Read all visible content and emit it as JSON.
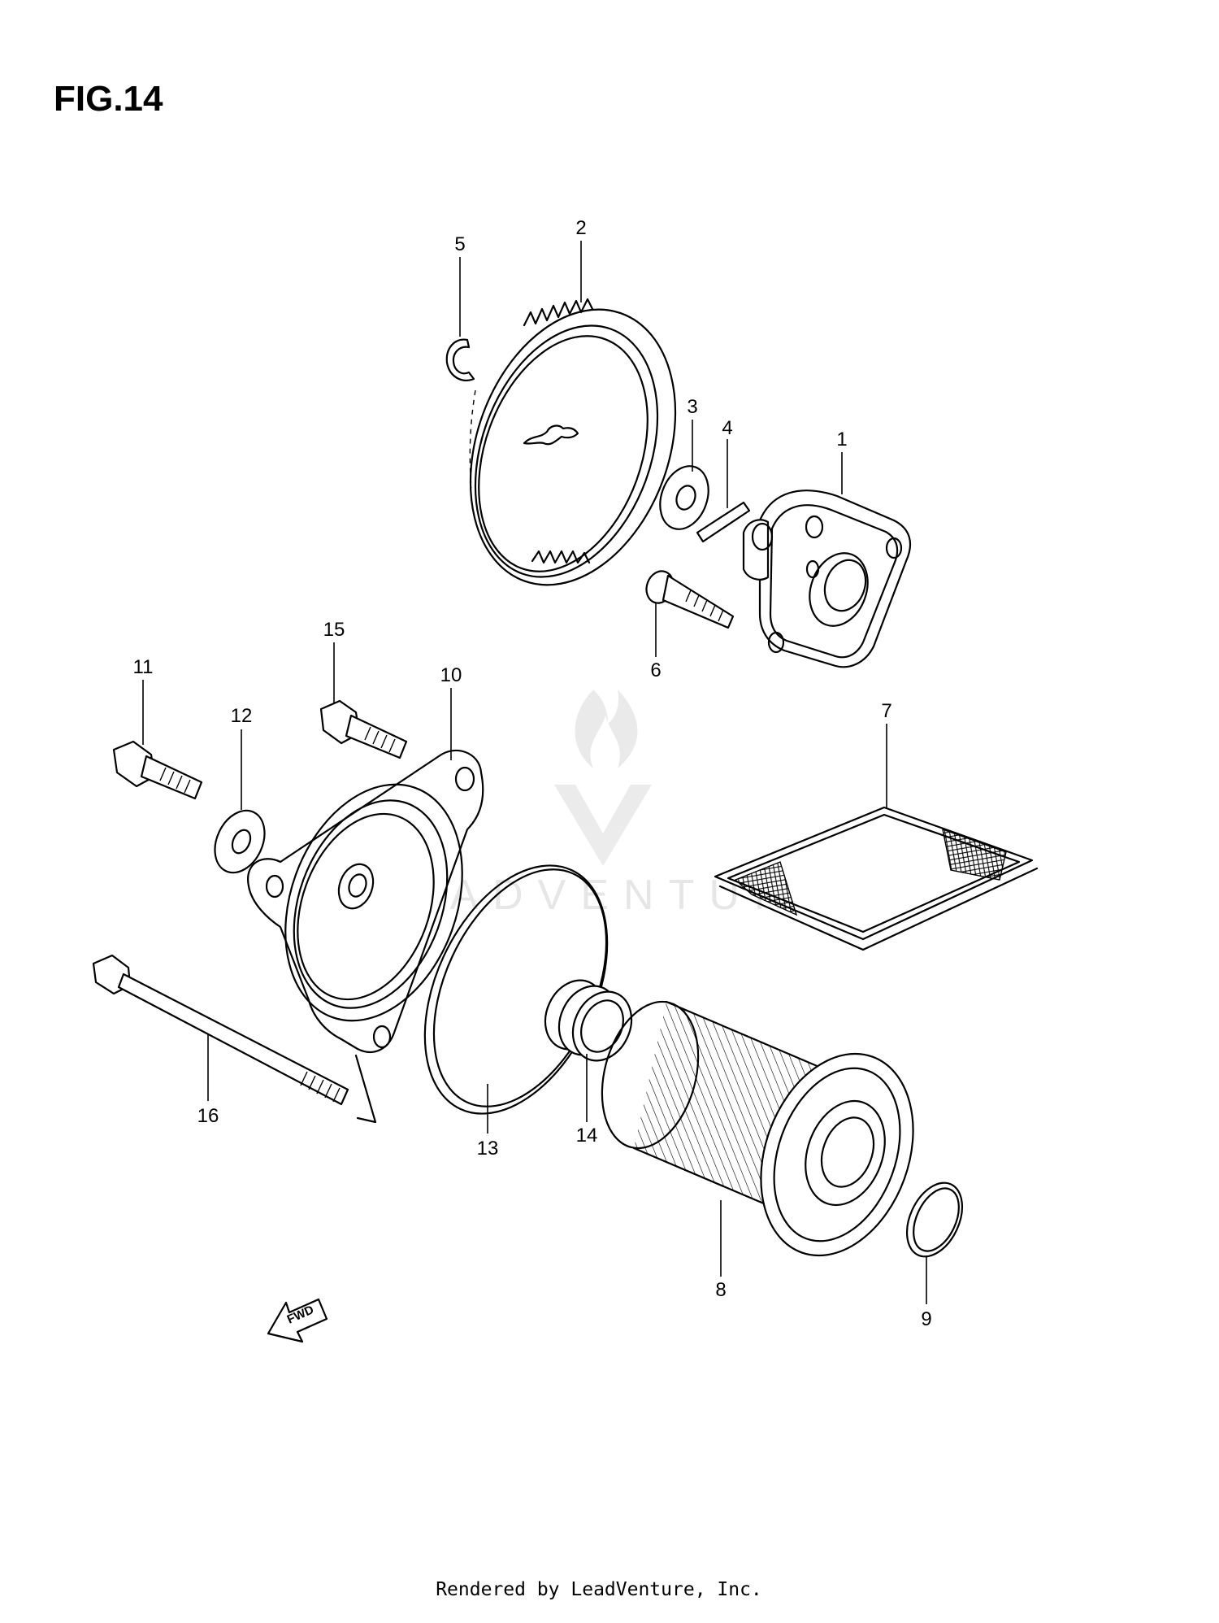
{
  "figure": {
    "title": "FIG.14"
  },
  "watermark": {
    "text": "LEADVENTURE"
  },
  "fwd_label": "FWD",
  "footer": {
    "text": "Rendered by LeadVenture, Inc."
  },
  "callouts": [
    {
      "id": "1",
      "label": "1"
    },
    {
      "id": "2",
      "label": "2"
    },
    {
      "id": "3",
      "label": "3"
    },
    {
      "id": "4",
      "label": "4"
    },
    {
      "id": "5",
      "label": "5"
    },
    {
      "id": "6",
      "label": "6"
    },
    {
      "id": "7",
      "label": "7"
    },
    {
      "id": "8",
      "label": "8"
    },
    {
      "id": "9",
      "label": "9"
    },
    {
      "id": "10",
      "label": "10"
    },
    {
      "id": "11",
      "label": "11"
    },
    {
      "id": "12",
      "label": "12"
    },
    {
      "id": "13",
      "label": "13"
    },
    {
      "id": "14",
      "label": "14"
    },
    {
      "id": "15",
      "label": "15"
    },
    {
      "id": "16",
      "label": "16"
    }
  ]
}
